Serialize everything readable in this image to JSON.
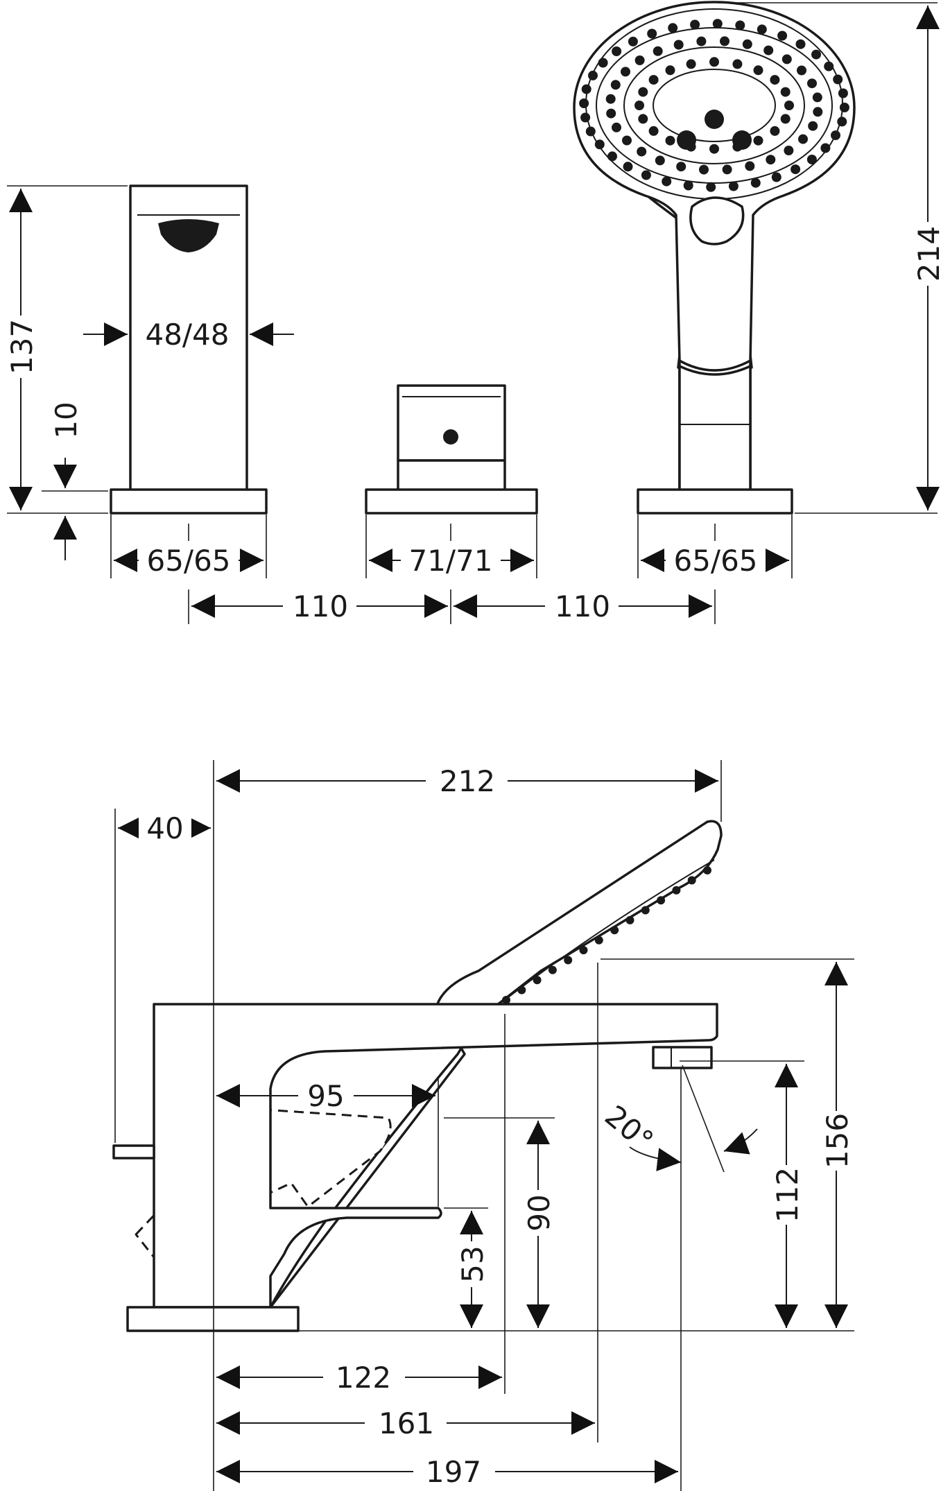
{
  "dimensions": {
    "top_view": {
      "spout_height": "137",
      "deck_thickness": "10",
      "spout_width": "48/48",
      "spout_base": "65/65",
      "diverter_base": "71/71",
      "shower_base": "65/65",
      "spacing_left": "110",
      "spacing_right": "110",
      "shower_height": "214"
    },
    "side_view": {
      "overall_length": "212",
      "handle_offset": "40",
      "lever_reach": "95",
      "spout_height_max": "156",
      "spout_outlet_height": "112",
      "lever_height": "90",
      "lever_low_height": "53",
      "angle": "20°",
      "reach_122": "122",
      "reach_161": "161",
      "reach_197": "197"
    }
  }
}
